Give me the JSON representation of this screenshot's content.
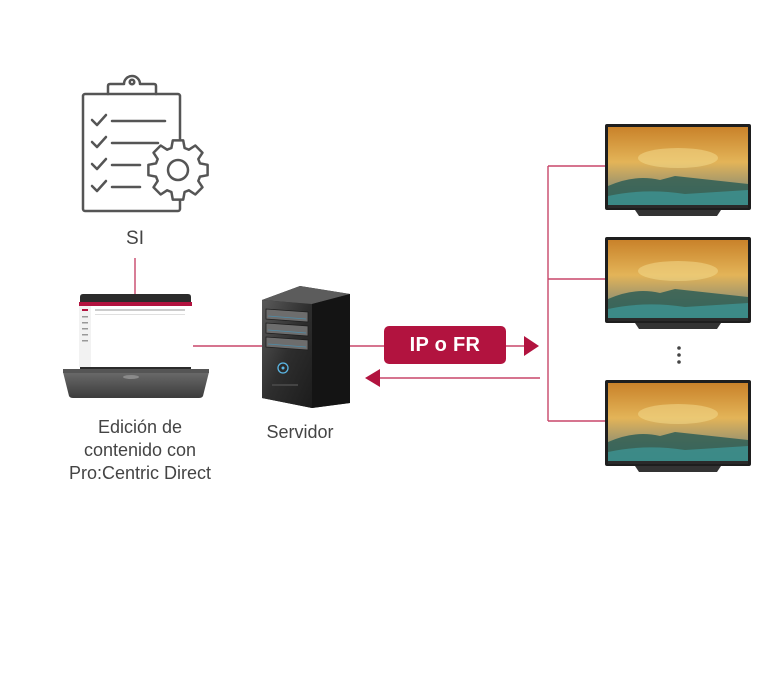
{
  "labels": {
    "si": "SI",
    "editing": [
      "Edición de",
      "contenido con",
      "Pro:Centric Direct"
    ],
    "server": "Servidor",
    "protocol": "IP o FR"
  },
  "colors": {
    "accent": "#b2133f",
    "line": "#c8476a",
    "icon_stroke": "#555555",
    "text": "#444444"
  },
  "icons": {
    "si": "clipboard-checklist-gear-icon",
    "laptop": "laptop-icon",
    "server": "server-tower-icon",
    "tv": "tv-icon"
  },
  "tv_count_shown": 3
}
